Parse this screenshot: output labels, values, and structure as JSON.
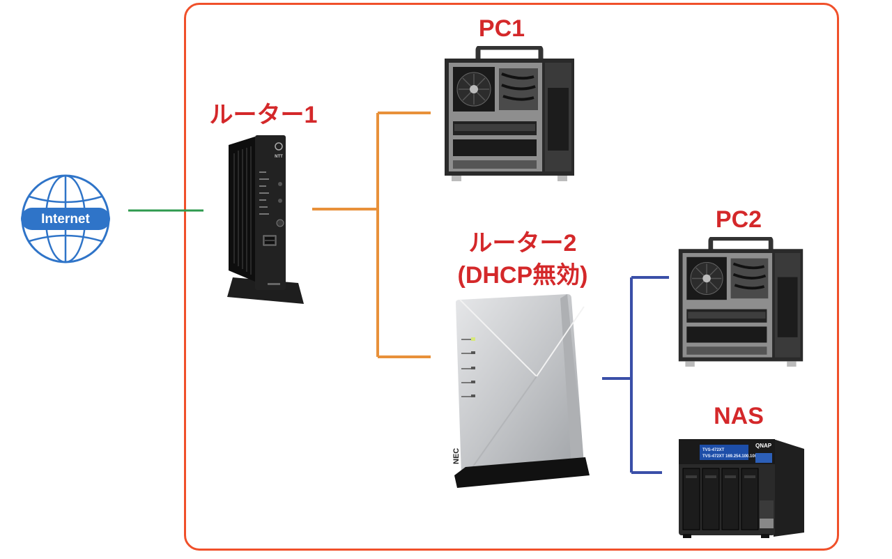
{
  "internet": {
    "label": "Internet"
  },
  "labels": {
    "router1": "ルーター1",
    "pc1": "PC1",
    "router2_line1": "ルーター2",
    "router2_line2": "(DHCP無効)",
    "pc2": "PC2",
    "nas": "NAS"
  },
  "devices": {
    "router1_brand": "NTT",
    "router2_brand": "NEC",
    "nas_brand": "QNAP",
    "nas_model": "TVS-472XT",
    "nas_display": "TVS-472XT 169.254.100.100"
  },
  "colors": {
    "frame": "#f0502a",
    "label": "#d4282a",
    "line_internet": "#2e9a4e",
    "line_router1": "#e8913a",
    "line_router2": "#3a4fa8"
  }
}
